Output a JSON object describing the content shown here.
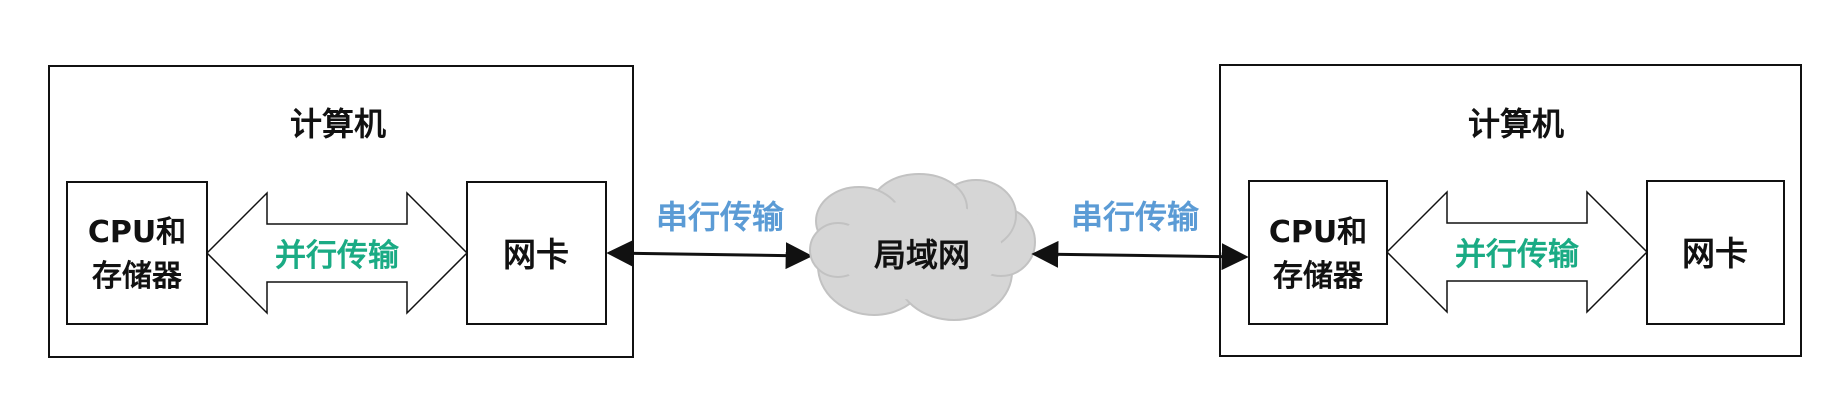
{
  "colors": {
    "parallel_text": "#1aab84",
    "serial_text": "#5b9bd5",
    "cloud_fill": "#d6d6d6",
    "cloud_stroke": "#c2c2c2",
    "outline": "#111111"
  },
  "left_computer": {
    "title": "计算机",
    "cpu_line1": "CPU和",
    "cpu_line2": "存储器",
    "parallel_label": "并行传输",
    "nic_label": "网卡"
  },
  "right_computer": {
    "title": "计算机",
    "cpu_line1": "CPU和",
    "cpu_line2": "存储器",
    "parallel_label": "并行传输",
    "nic_label": "网卡"
  },
  "network": {
    "label": "局域网",
    "left_link_label": "串行传输",
    "right_link_label": "串行传输"
  }
}
